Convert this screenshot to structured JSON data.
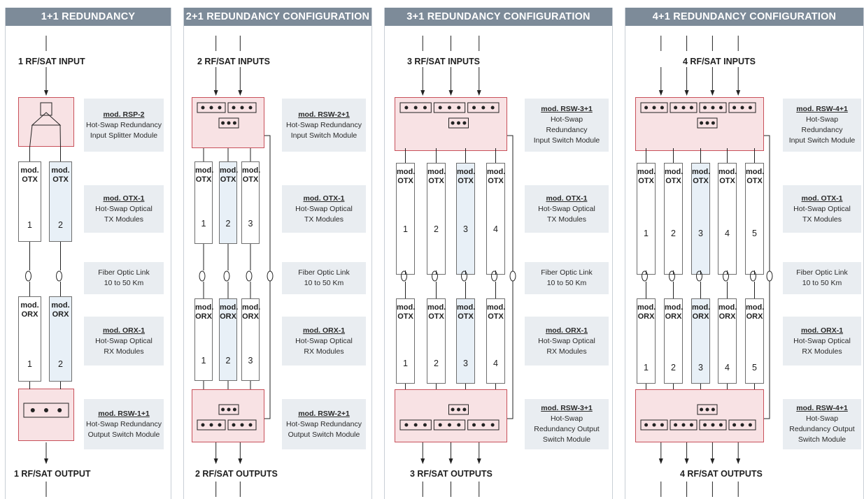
{
  "panels": [
    {
      "title": "1+1 REDUNDANCY",
      "input_label": "1 RF/SAT INPUT",
      "output_label": "1 RF/SAT OUTPUT",
      "modules_top": [
        {
          "type": "mod. OTX",
          "num": "1"
        },
        {
          "type": "mod. OTX",
          "num": "2"
        }
      ],
      "modules_bottom": [
        {
          "type": "mod. ORX",
          "num": "1"
        },
        {
          "type": "mod. ORX",
          "num": "2"
        }
      ],
      "input_box": {
        "model": "mod. RSP-2",
        "lines": [
          "Hot-Swap Redundancy",
          "Input Splitter Module"
        ]
      },
      "tx_box": {
        "model": "mod. OTX-1",
        "lines": [
          "Hot-Swap Optical",
          "TX Modules"
        ]
      },
      "link_box": {
        "model": "",
        "lines": [
          "Fiber Optic Link",
          "10 to 50 Km"
        ]
      },
      "rx_box": {
        "model": "mod. ORX-1",
        "lines": [
          "Hot-Swap Optical",
          "RX Modules"
        ]
      },
      "output_box": {
        "model": "mod. RSW-1+1",
        "lines": [
          "Hot-Swap Redundancy",
          "Output Switch Module"
        ]
      }
    },
    {
      "title": "2+1 REDUNDANCY CONFIGURATION",
      "input_label": "2 RF/SAT INPUTS",
      "output_label": "2 RF/SAT OUTPUTS",
      "modules_top": [
        {
          "type": "mod. OTX",
          "num": "1"
        },
        {
          "type": "mod. OTX",
          "num": "2"
        },
        {
          "type": "mod. OTX",
          "num": "3"
        }
      ],
      "modules_bottom": [
        {
          "type": "mod. ORX",
          "num": "1"
        },
        {
          "type": "mod. ORX",
          "num": "2"
        },
        {
          "type": "mod. ORX",
          "num": "3"
        }
      ],
      "input_box": {
        "model": "mod. RSW-2+1",
        "lines": [
          "Hot-Swap Redundancy",
          "Input Switch Module"
        ]
      },
      "tx_box": {
        "model": "mod. OTX-1",
        "lines": [
          "Hot-Swap Optical",
          "TX Modules"
        ]
      },
      "link_box": {
        "model": "",
        "lines": [
          "Fiber Optic Link",
          "10 to 50 Km"
        ]
      },
      "rx_box": {
        "model": "mod. ORX-1",
        "lines": [
          "Hot-Swap Optical",
          "RX Modules"
        ]
      },
      "output_box": {
        "model": "mod. RSW-2+1",
        "lines": [
          "Hot-Swap Redundancy",
          "Output Switch Module"
        ]
      }
    },
    {
      "title": "3+1 REDUNDANCY CONFIGURATION",
      "input_label": "3 RF/SAT INPUTS",
      "output_label": "3 RF/SAT OUTPUTS",
      "modules_top": [
        {
          "type": "mod. OTX",
          "num": "1"
        },
        {
          "type": "mod. OTX",
          "num": "2"
        },
        {
          "type": "mod. OTX",
          "num": "3"
        },
        {
          "type": "mod. OTX",
          "num": "4"
        }
      ],
      "modules_bottom": [
        {
          "type": "mod. OTX",
          "num": "1"
        },
        {
          "type": "mod. OTX",
          "num": "2"
        },
        {
          "type": "mod. OTX",
          "num": "3"
        },
        {
          "type": "mod. OTX",
          "num": "4"
        }
      ],
      "input_box": {
        "model": "mod. RSW-3+1",
        "lines": [
          "Hot-Swap",
          "Redundancy",
          "Input Switch Module"
        ]
      },
      "tx_box": {
        "model": "mod. OTX-1",
        "lines": [
          "Hot-Swap Optical",
          "TX Modules"
        ]
      },
      "link_box": {
        "model": "",
        "lines": [
          "Fiber Optic Link",
          "10 to 50 Km"
        ]
      },
      "rx_box": {
        "model": "mod. ORX-1",
        "lines": [
          "Hot-Swap Optical",
          "RX Modules"
        ]
      },
      "output_box": {
        "model": "mod. RSW-3+1",
        "lines": [
          "Hot-Swap",
          "Redundancy Output",
          "Switch Module"
        ]
      }
    },
    {
      "title": "4+1 REDUNDANCY CONFIGURATION",
      "input_label": "4 RF/SAT INPUTS",
      "output_label": "4 RF/SAT OUTPUTS",
      "modules_top": [
        {
          "type": "mod. OTX",
          "num": "1"
        },
        {
          "type": "mod. OTX",
          "num": "2"
        },
        {
          "type": "mod. OTX",
          "num": "3"
        },
        {
          "type": "mod. OTX",
          "num": "4"
        },
        {
          "type": "mod. OTX",
          "num": "5"
        }
      ],
      "modules_bottom": [
        {
          "type": "mod. ORX",
          "num": "1"
        },
        {
          "type": "mod. ORX",
          "num": "2"
        },
        {
          "type": "mod. ORX",
          "num": "3"
        },
        {
          "type": "mod. ORX",
          "num": "4"
        },
        {
          "type": "mod. ORX",
          "num": "5"
        }
      ],
      "input_box": {
        "model": "mod. RSW-4+1",
        "lines": [
          "Hot-Swap",
          "Redundancy",
          "Input Switch Module"
        ]
      },
      "tx_box": {
        "model": "mod. OTX-1",
        "lines": [
          "Hot-Swap Optical",
          "TX Modules"
        ]
      },
      "link_box": {
        "model": "",
        "lines": [
          "Fiber Optic Link",
          "10 to 50 Km"
        ]
      },
      "rx_box": {
        "model": "mod. ORX-1",
        "lines": [
          "Hot-Swap Optical",
          "RX Modules"
        ]
      },
      "output_box": {
        "model": "mod. RSW-4+1",
        "lines": [
          "Hot-Swap",
          "Redundancy Output",
          "Switch Module"
        ]
      }
    }
  ],
  "colors": {
    "header_bg": "#7d8b99",
    "switch_fill": "#f8e2e4",
    "switch_border": "#c8505a",
    "band_bg": "#e9edf1",
    "active_module": "#e8f0f7"
  }
}
